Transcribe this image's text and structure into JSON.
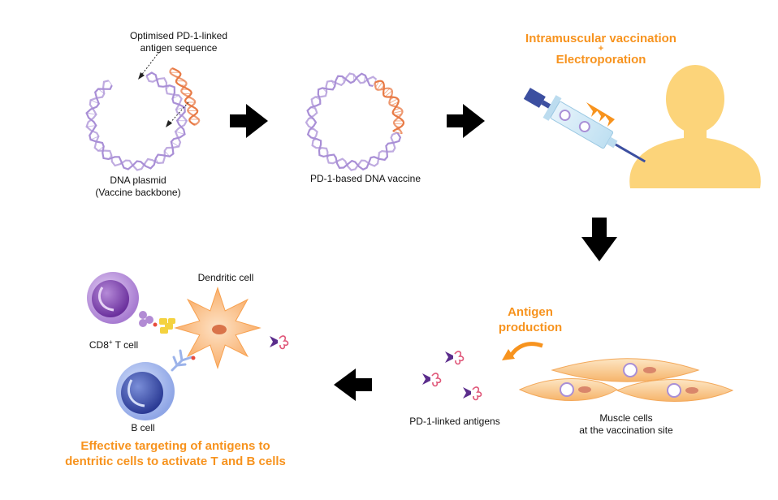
{
  "labels": {
    "optimised_line1": "Optimised PD-1-linked",
    "optimised_line2": "antigen sequence",
    "plasmid_line1": "DNA plasmid",
    "plasmid_line2": "(Vaccine backbone)",
    "vaccine": "PD-1-based DNA vaccine",
    "vaccination_line1": "Intramuscular vaccination",
    "vaccination_plus": "+",
    "vaccination_line2": "Electroporation",
    "antigen_production_line1": "Antigen",
    "antigen_production_line2": "production",
    "muscle_line1": "Muscle cells",
    "muscle_line2": "at the vaccination site",
    "pd1_antigens": "PD-1-linked antigens",
    "dendritic": "Dendritic cell",
    "cd8_prefix": "CD8",
    "cd8_sup": "+",
    "cd8_suffix": " T cell",
    "bcell": "B cell",
    "effective_line1": "Effective targeting of antigens to",
    "effective_line2": "dentritic cells to activate T and B cells"
  },
  "colors": {
    "orange_text": "#f7931e",
    "dna_purple": "#a98fd6",
    "dna_orange": "#e87a45",
    "arrow": "#000000",
    "person": "#fcd47a",
    "muscle": "#fbc98a",
    "tcell": "#8f5bbf",
    "bcell": "#3d56b0",
    "dendritic": "#fbb27a"
  },
  "icons": [
    "syringe-icon",
    "person-silhouette-icon",
    "t-cell-icon",
    "b-cell-icon",
    "dendritic-cell-icon",
    "muscle-cell-icon",
    "antigen-icon",
    "dna-plasmid-icon"
  ]
}
